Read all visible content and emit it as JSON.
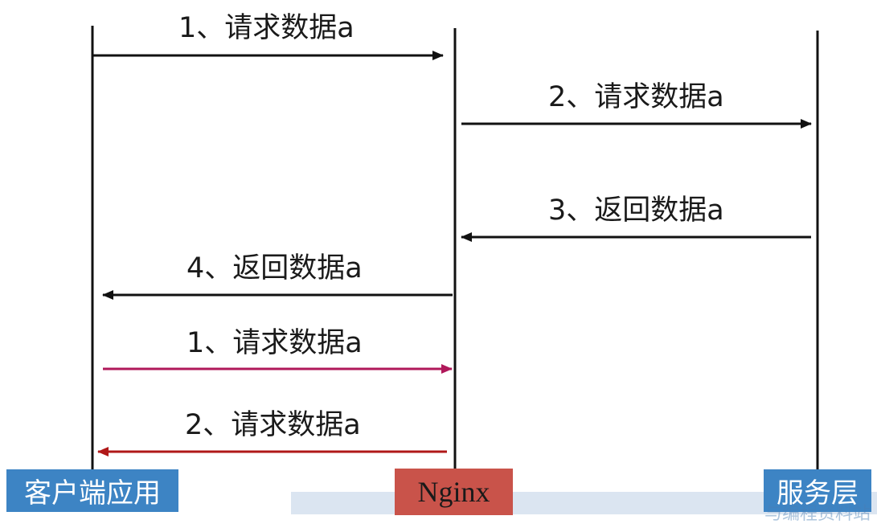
{
  "actors": {
    "client": "客户端应用",
    "nginx": "Nginx",
    "server": "服务层"
  },
  "messages": [
    {
      "label": "1、请求数据a",
      "from": "client",
      "to": "nginx",
      "color": "#111111"
    },
    {
      "label": "2、请求数据a",
      "from": "nginx",
      "to": "server",
      "color": "#111111"
    },
    {
      "label": "3、返回数据a",
      "from": "server",
      "to": "nginx",
      "color": "#111111"
    },
    {
      "label": "4、返回数据a",
      "from": "nginx",
      "to": "client",
      "color": "#111111"
    },
    {
      "label": "1、请求数据a",
      "from": "client",
      "to": "nginx",
      "color": "#b0185a"
    },
    {
      "label": "2、请求数据a",
      "from": "nginx",
      "to": "client",
      "color": "#b01818"
    }
  ],
  "colors": {
    "actor_blue": "#3d84c4",
    "actor_red": "#c9534a",
    "lifeline": "#111111"
  },
  "watermark": "与编程资料站"
}
